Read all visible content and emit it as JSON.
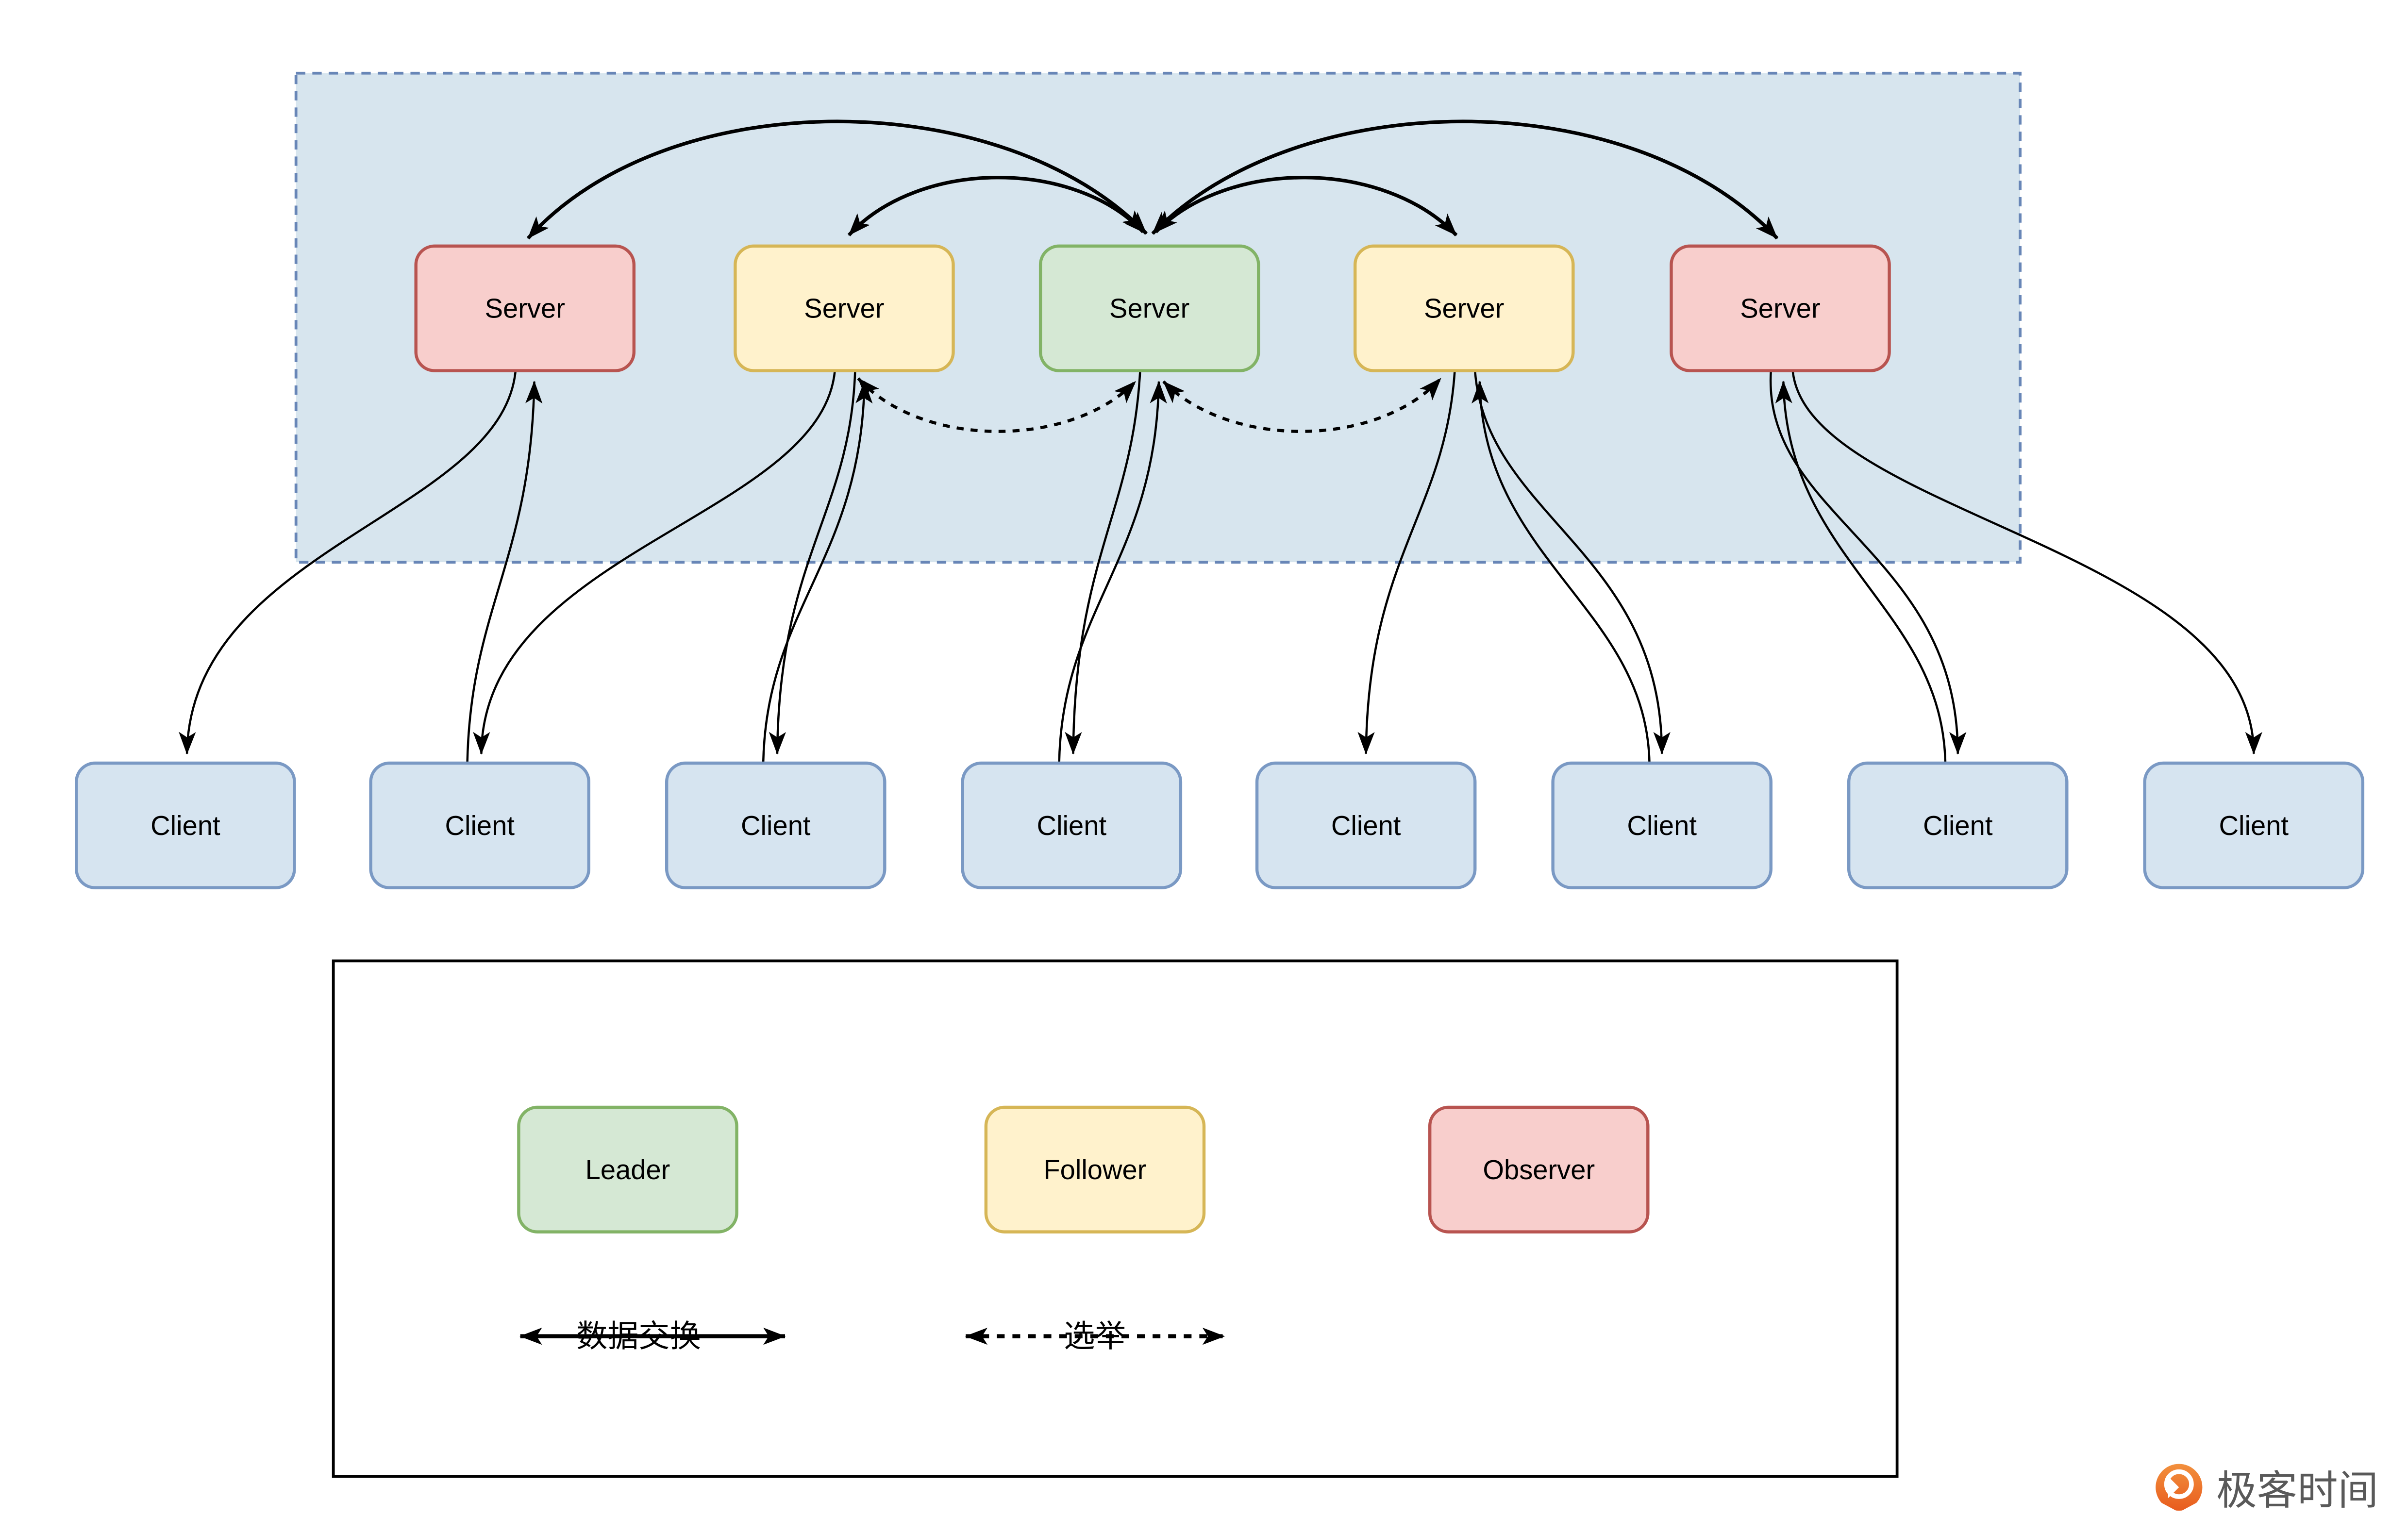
{
  "diagram": {
    "title": "zookeeper-cluster-architecture",
    "cluster": {
      "fill": "#d7e5ee",
      "stroke": "#6886b7",
      "border_style": "dashed"
    },
    "servers": [
      {
        "label": "Server",
        "role": "observer",
        "fill": "#f8cecc",
        "stroke": "#b85450"
      },
      {
        "label": "Server",
        "role": "follower",
        "fill": "#fff2cc",
        "stroke": "#d6b656"
      },
      {
        "label": "Server",
        "role": "leader",
        "fill": "#d5e8d4",
        "stroke": "#82b366"
      },
      {
        "label": "Server",
        "role": "follower",
        "fill": "#fff2cc",
        "stroke": "#d6b656"
      },
      {
        "label": "Server",
        "role": "observer",
        "fill": "#f8cecc",
        "stroke": "#b85450"
      }
    ],
    "clients": [
      {
        "label": "Client"
      },
      {
        "label": "Client"
      },
      {
        "label": "Client"
      },
      {
        "label": "Client"
      },
      {
        "label": "Client"
      },
      {
        "label": "Client"
      },
      {
        "label": "Client"
      },
      {
        "label": "Client"
      }
    ],
    "edges": {
      "data_exchange_arcs": [
        "server3-server1",
        "server3-server2",
        "server3-server4",
        "server3-server5"
      ],
      "election_arcs": [
        "server2-server3",
        "server3-server4"
      ],
      "server_to_client": [
        "server1-client1",
        "server2-client2",
        "server2-client3",
        "server3-client4",
        "server4-client5",
        "server4-client6",
        "server5-client7",
        "server5-client8"
      ],
      "client_to_server": [
        "client2-server1",
        "client3-server2",
        "client4-server3",
        "client6-server4",
        "client7-server5"
      ]
    },
    "legend": {
      "nodes": [
        {
          "label": "Leader",
          "fill": "#d5e8d4",
          "stroke": "#82b366"
        },
        {
          "label": "Follower",
          "fill": "#fff2cc",
          "stroke": "#d6b656"
        },
        {
          "label": "Observer",
          "fill": "#f8cecc",
          "stroke": "#b85450"
        }
      ],
      "arrows": [
        {
          "label": "数据交换",
          "style": "solid",
          "double_headed": true
        },
        {
          "label": "选举",
          "style": "dashed",
          "double_headed": true
        }
      ]
    },
    "logo": {
      "text": "极客时间",
      "icon_color": "#EC6B22",
      "text_color": "#595959"
    },
    "colors": {
      "client_fill": "#d6e4f0",
      "client_stroke": "#7a99c4",
      "cluster_fill": "#d7e5ee",
      "cluster_stroke": "#6886b7",
      "arrow": "#000000"
    }
  }
}
